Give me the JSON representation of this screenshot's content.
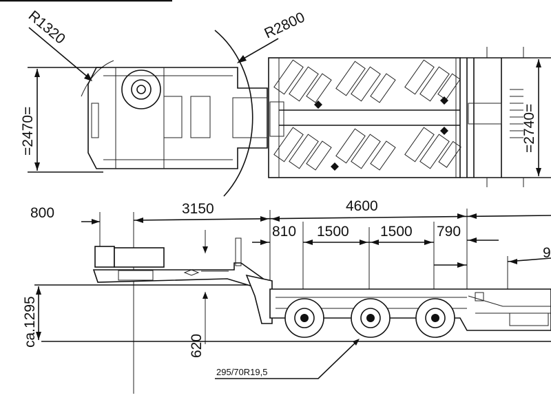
{
  "drawing": {
    "top_view": {
      "radius_front": "R1320",
      "radius_turn": "R2800",
      "width_gooseneck": "=2470=",
      "width_deck": "=2740="
    },
    "side_view": {
      "overhang_front": "800",
      "kingpin_to_bogie": "3150",
      "bogie_span": "4600",
      "axle_offset_front": "810",
      "axle_spacing_1": "1500",
      "axle_spacing_2": "1500",
      "axle_offset_rear": "790",
      "rear_partial": "9",
      "fifth_wheel_height": "ca.1295",
      "deck_height": "620",
      "tyre_size": "295/70R19,5"
    }
  }
}
